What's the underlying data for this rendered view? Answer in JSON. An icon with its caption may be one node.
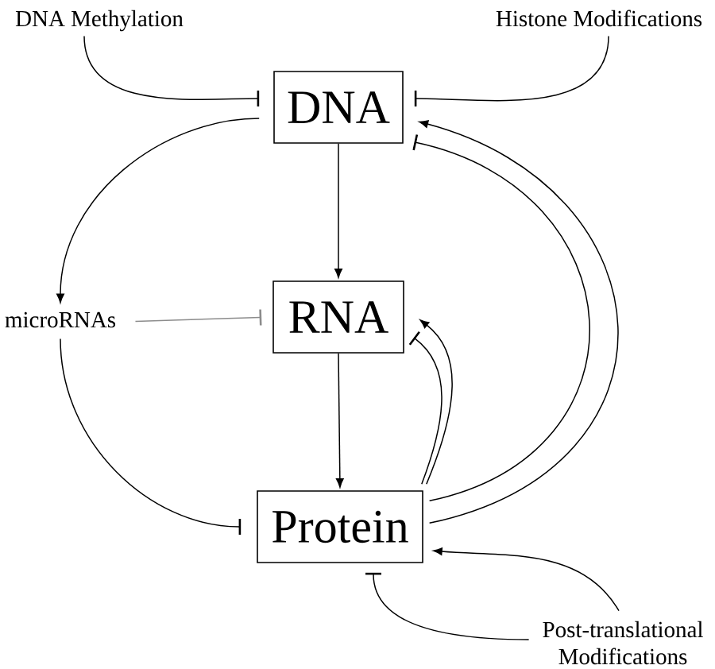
{
  "diagram": {
    "nodes": [
      {
        "text": [
          "DNA Methylation"
        ]
      },
      {
        "text": [
          "Histone Modifications"
        ]
      },
      {
        "text": [
          "DNA"
        ]
      },
      {
        "text": [
          "microRNAs"
        ]
      },
      {
        "text": [
          "RNA"
        ]
      },
      {
        "text": [
          "Protein"
        ]
      },
      {
        "text": [
          "Post-translational Modifications"
        ]
      }
    ],
    "edges": [
      {
        "from": 0,
        "to": 2,
        "arrow": "other"
      },
      {
        "from": 1,
        "to": 2,
        "arrow": "other"
      },
      {
        "from": 2,
        "to": 3,
        "arrow": "to"
      },
      {
        "from": 2,
        "to": 4,
        "arrow": "to"
      },
      {
        "from": 3,
        "to": 4,
        "arrow": "other",
        "color": "#8c8c8c"
      },
      {
        "from": 3,
        "to": 5,
        "arrow": "other"
      },
      {
        "from": 4,
        "to": 5,
        "arrow": "to"
      },
      {
        "from": 5,
        "to": 4,
        "arrow": "to"
      },
      {
        "from": 5,
        "to": 4,
        "arrow": "other"
      },
      {
        "from": 5,
        "to": 2,
        "arrow": "to"
      },
      {
        "from": 5,
        "to": 2,
        "arrow": "other"
      },
      {
        "from": 6,
        "to": 5,
        "arrow": "to"
      },
      {
        "from": 6,
        "to": 5,
        "arrow": "other"
      }
    ]
  }
}
